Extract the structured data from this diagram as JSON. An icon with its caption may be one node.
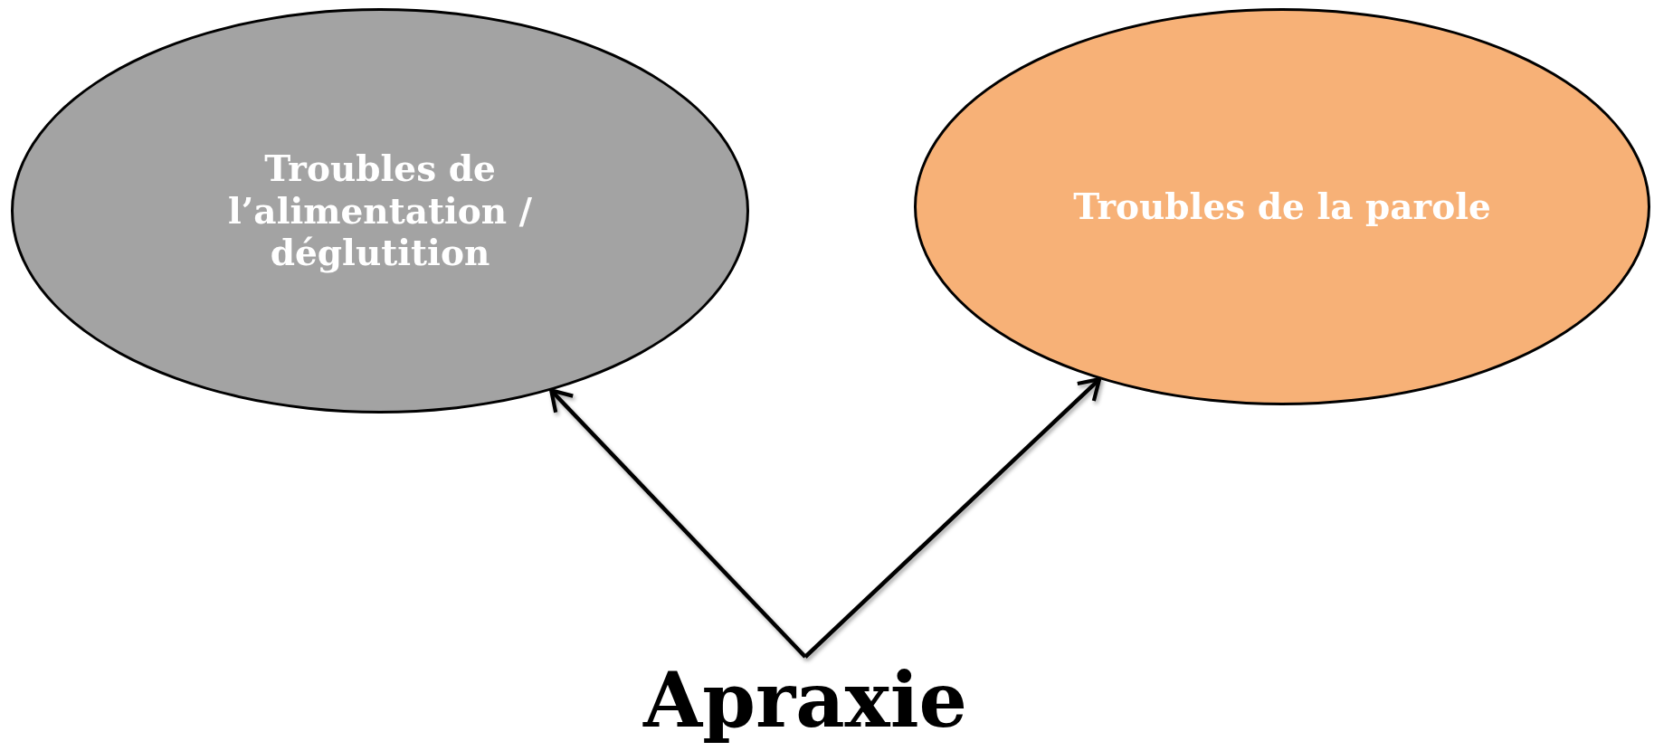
{
  "diagram": {
    "nodes": [
      {
        "text": [
          "Troubles de l’alimentation / déglutition"
        ]
      },
      {
        "text": [
          "Troubles de la parole"
        ]
      },
      {
        "text": [
          "Apraxie"
        ]
      }
    ],
    "edges": [
      {
        "from": 2,
        "to": 0,
        "arrow": "to"
      },
      {
        "from": 2,
        "to": 1,
        "arrow": "to"
      }
    ]
  }
}
